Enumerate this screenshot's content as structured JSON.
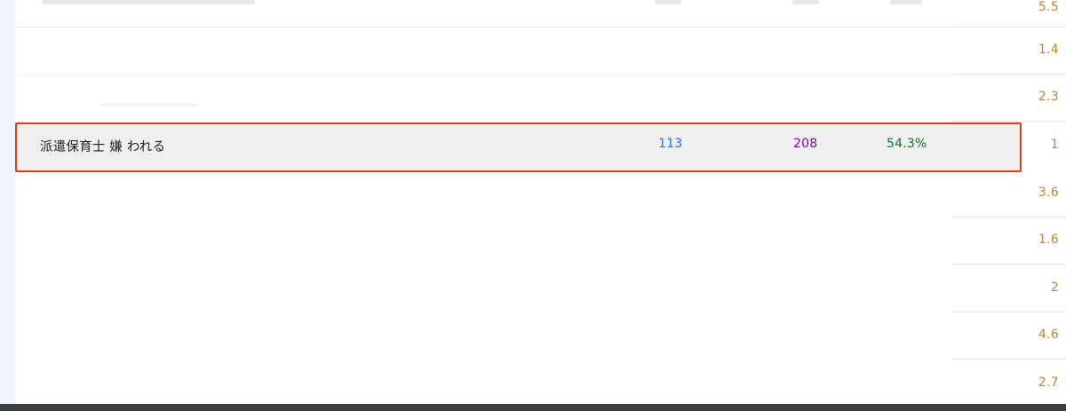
{
  "table": {
    "highlighted_row": {
      "query": "派遣保育士 嫌 われる",
      "clicks": "113",
      "impressions": "208",
      "ctr": "54.3%",
      "position": "1"
    },
    "positions": [
      "5.5",
      "1.4",
      "2.3",
      "1",
      "3.6",
      "1.6",
      "2",
      "4.6",
      "2.7"
    ]
  },
  "colors": {
    "highlight_border": "#e8381b",
    "clicks": "#1a73e8",
    "impressions": "#7e0c9b",
    "ctr": "#137333",
    "position": "#c5832b"
  }
}
